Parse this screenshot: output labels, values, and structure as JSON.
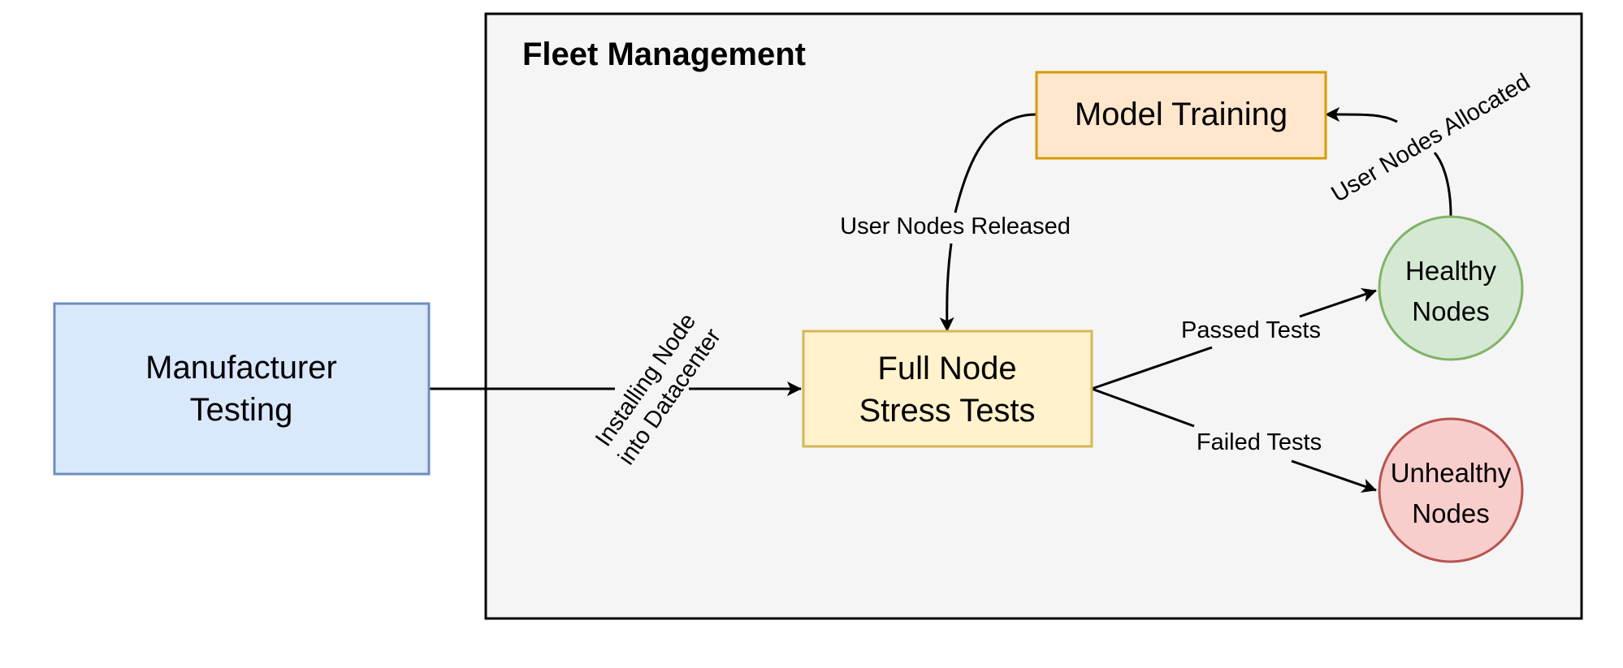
{
  "container": {
    "title": "Fleet Management",
    "fill": "#f5f5f5",
    "stroke": "#000000"
  },
  "nodes": {
    "manufacturer": {
      "line1": "Manufacturer",
      "line2": "Testing",
      "fill": "#dae8fc",
      "stroke": "#6c8ebf"
    },
    "stress_tests": {
      "line1": "Full Node",
      "line2": "Stress Tests",
      "fill": "#fff2cc",
      "stroke": "#d6b656"
    },
    "model_training": {
      "label": "Model Training",
      "fill": "#ffe6cc",
      "stroke": "#d79b00"
    },
    "healthy": {
      "line1": "Healthy",
      "line2": "Nodes",
      "fill": "#d5e8d4",
      "stroke": "#82b366"
    },
    "unhealthy": {
      "line1": "Unhealthy",
      "line2": "Nodes",
      "fill": "#f8cecc",
      "stroke": "#b85450"
    }
  },
  "edges": {
    "install": {
      "line1": "Installing Node",
      "line2": "into Datacenter"
    },
    "released": {
      "label": "User Nodes Released"
    },
    "allocated": {
      "label": "User Nodes Allocated"
    },
    "passed": {
      "label": "Passed Tests"
    },
    "failed": {
      "label": "Failed Tests"
    }
  }
}
